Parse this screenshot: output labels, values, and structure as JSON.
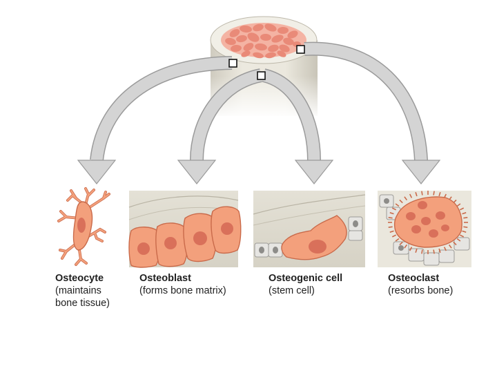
{
  "cells": [
    {
      "name": "Osteocyte",
      "desc": "(maintains\nbone tissue)"
    },
    {
      "name": "Osteoblast",
      "desc": "(forms bone matrix)"
    },
    {
      "name": "Osteogenic cell",
      "desc": "(stem cell)"
    },
    {
      "name": "Osteoclast",
      "desc": "(resorbs bone)"
    }
  ],
  "colors": {
    "cell_fill": "#f3a07c",
    "cell_stroke": "#c96a4a",
    "nucleus": "#d9705a",
    "bone_fill": "#e9e6dc",
    "arrow_fill": "#d4d4d4",
    "arrow_stroke": "#9a9a9a",
    "spongy_bone": "#e98a78"
  }
}
